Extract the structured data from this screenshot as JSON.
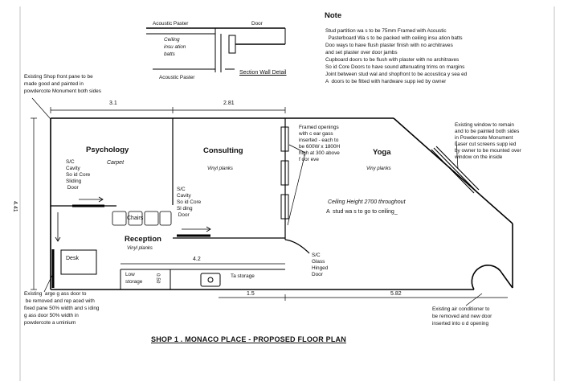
{
  "drawing_title": "SHOP 1 . MONACO PLACE - PROPOSED FLOOR PLAN",
  "note": {
    "title": "Note",
    "lines": [
      "Stud partition wa s to be 75mm Framed with Acoustic",
      "  Pasterboard Wa s to be packed with ceiling insu ation batts",
      "Doo ways to have flush plaster finish with no architraves",
      "and set plaster over door jambs",
      "Cupboard doors to be flush with plaster with no architraves",
      "So id Core Doors to have sound attenuating trims on margins",
      "Joint between stud wal and shopfront to be acoustica y sea ed",
      "A  doors to be fitted with hardware supp ied by owner"
    ]
  },
  "section_detail": {
    "acoustic_top": "Acoustic Paster",
    "door": "Door",
    "ceiling_lines": [
      "Ceiling",
      "insu ation",
      "batts"
    ],
    "acoustic_bottom": "Acoustic Paster",
    "caption": "Section Wall Detail"
  },
  "rooms": {
    "psychology": {
      "name": "Psychology",
      "finish": "Carpet"
    },
    "consulting": {
      "name": "Consulting",
      "finish": "Vinyl planks"
    },
    "yoga": {
      "name": "Yoga",
      "finish": "Viny planks"
    },
    "reception": {
      "name": "Reception",
      "finish": "Vinyl planks"
    }
  },
  "furniture": {
    "chairs": "Chairs",
    "desk": "Desk",
    "low_storage": [
      "Low",
      "storage"
    ],
    "storage_label": "Ta storage",
    "side_label": "0.50"
  },
  "doors": {
    "psychology_door": [
      "S/C",
      "Cavity",
      "So id Core",
      "Sliding",
      " Door"
    ],
    "consulting_door": [
      "S/C",
      "Cavity",
      "So id Core",
      "Sl ding",
      " Door"
    ],
    "glass_door": [
      "S/C",
      "Glass",
      "Hinged",
      "Door"
    ]
  },
  "annotations": {
    "shopfront": [
      "Existing Shop front pane  to be",
      "made good and painted in",
      "powdercote Monument both sides"
    ],
    "framed_openings": [
      "Framed openings",
      "with c ear gass",
      "inserted - each to",
      "be 600W x 1800H",
      "high at 300 above",
      "f oor eve"
    ],
    "existing_window": [
      "Existing window to remain",
      "and to be painted both sides",
      "in Powdercote Monument",
      "Laser cut screens supp ied",
      "by owner to be mounted over",
      "window on the inside"
    ],
    "ceiling_height": "Ceiling Height  2700 throughout",
    "stud_walls": "A  stud wa s to go to ceiling_",
    "existing_glass_door": [
      "Existing  arge g ass door to",
      " be removed and rep aced with",
      "fixed pane 50% width and s iding",
      "g ass door 50% width in",
      "powdercote a uminium"
    ],
    "air_conditioner": [
      "Existing air conditioner to",
      "be removed and new door",
      "inserted into o d opening"
    ]
  },
  "dimensions": {
    "top_left": "3.1",
    "top_right": "2.81",
    "left": "4.41",
    "reception": "4.2",
    "bottom_mid": "1.5",
    "bottom_right": "5.82"
  }
}
